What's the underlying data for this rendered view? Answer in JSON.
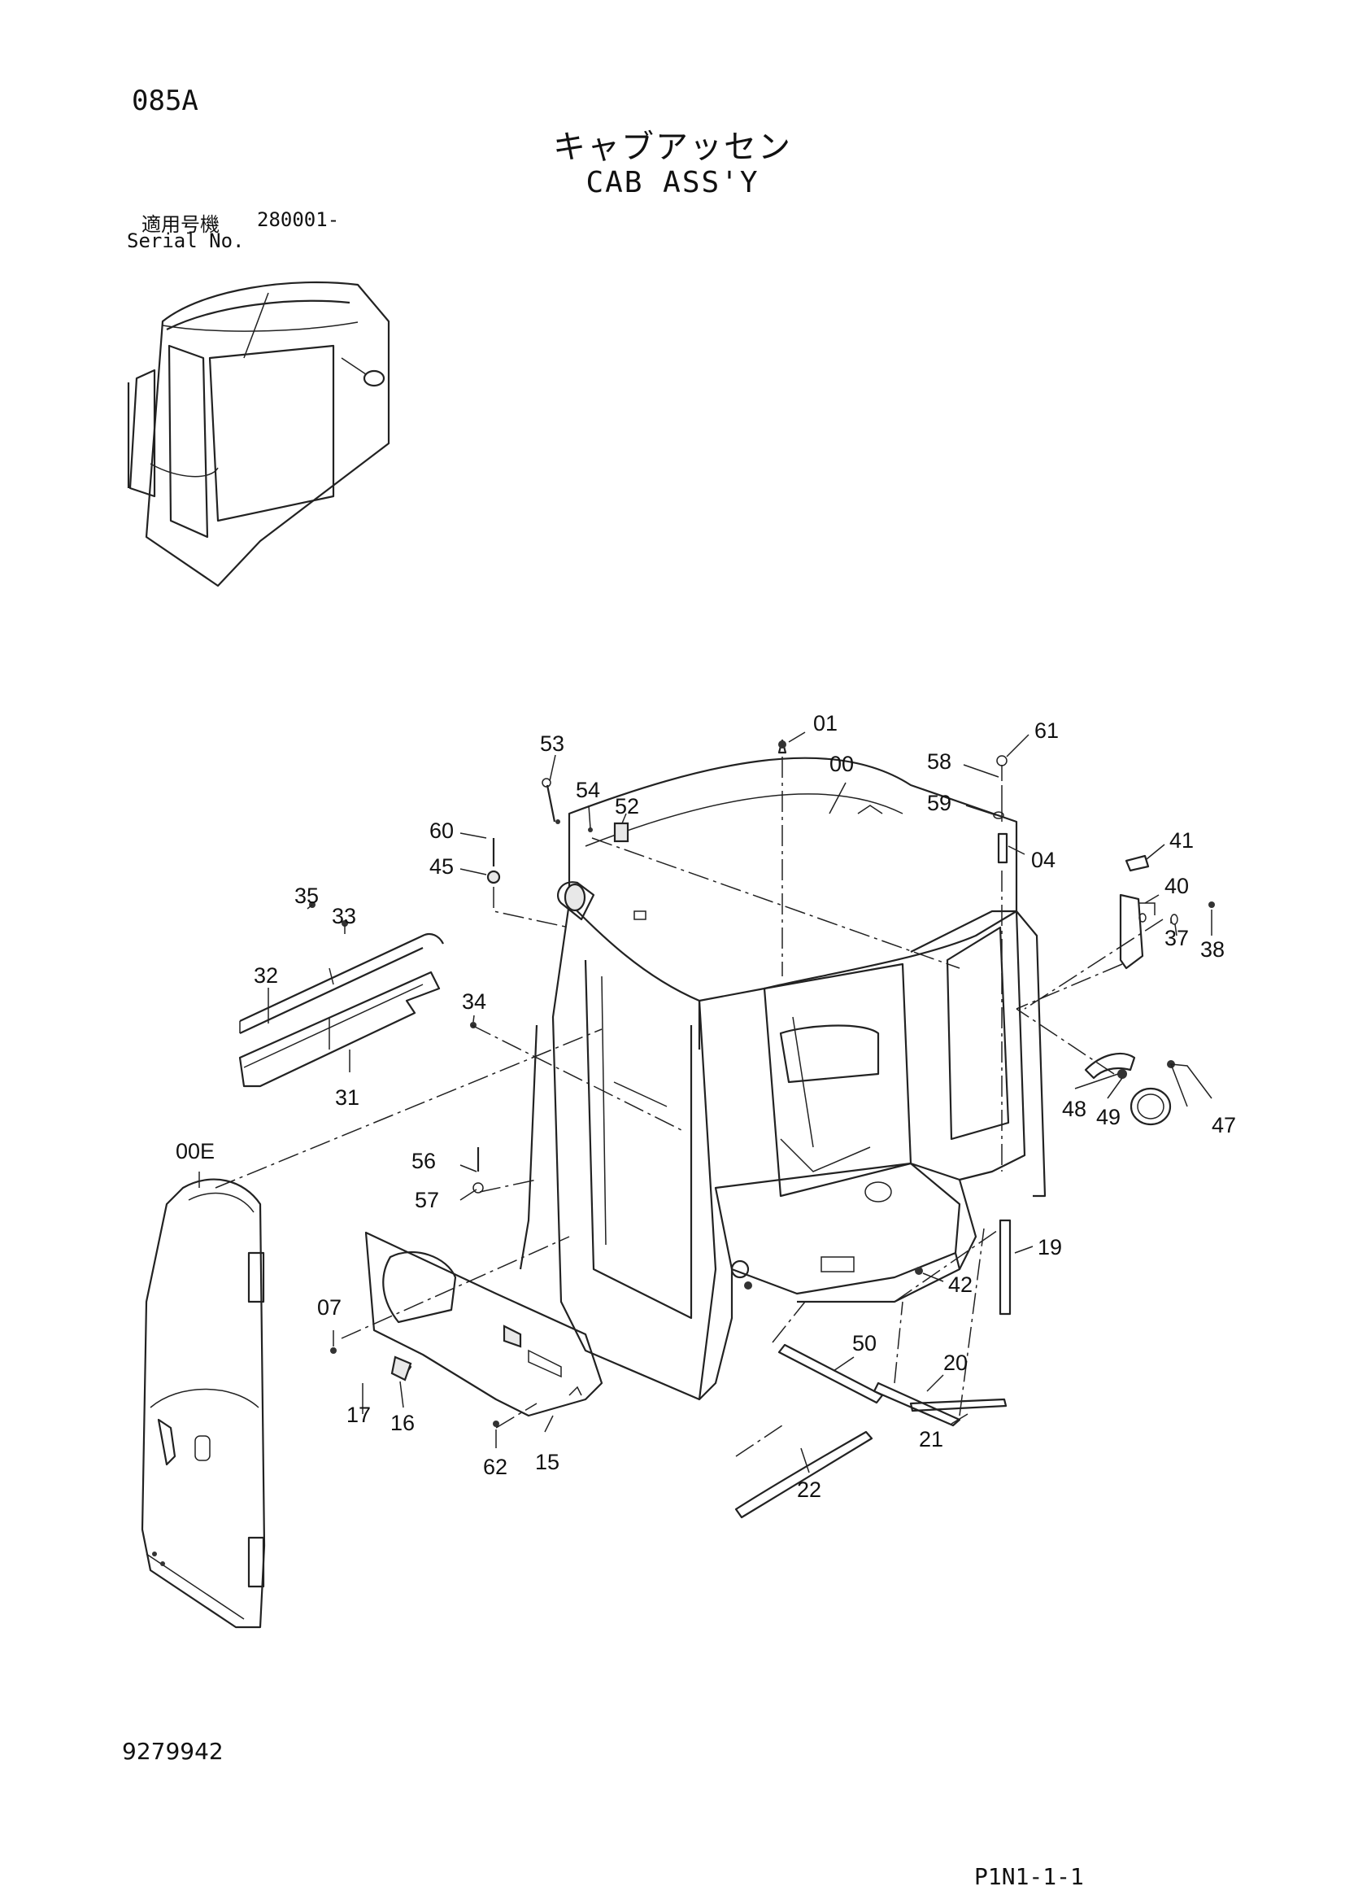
{
  "page_code": "085A",
  "title_jp": "キャブアッセン",
  "title_en": "CAB ASS'Y",
  "serial": {
    "label_jp": "適用号機",
    "number": "280001-",
    "label_en": "Serial No."
  },
  "doc_number": "9279942",
  "page_ref": "P1N1-1-1",
  "callouts": {
    "c01": "01",
    "c00": "00",
    "c61": "61",
    "c53": "53",
    "c58": "58",
    "c54": "54",
    "c52": "52",
    "c59": "59",
    "c60": "60",
    "c04": "04",
    "c41": "41",
    "c45": "45",
    "c40": "40",
    "c35": "35",
    "c33": "33",
    "c38": "38",
    "c37": "37",
    "c32": "32",
    "c34": "34",
    "c31": "31",
    "c48": "48",
    "c49": "49",
    "c47": "47",
    "c00E": "00E",
    "c56": "56",
    "c57": "57",
    "c19": "19",
    "c42": "42",
    "c07": "07",
    "c50": "50",
    "c20": "20",
    "c17": "17",
    "c16": "16",
    "c21": "21",
    "c62": "62",
    "c15": "15",
    "c22": "22"
  }
}
